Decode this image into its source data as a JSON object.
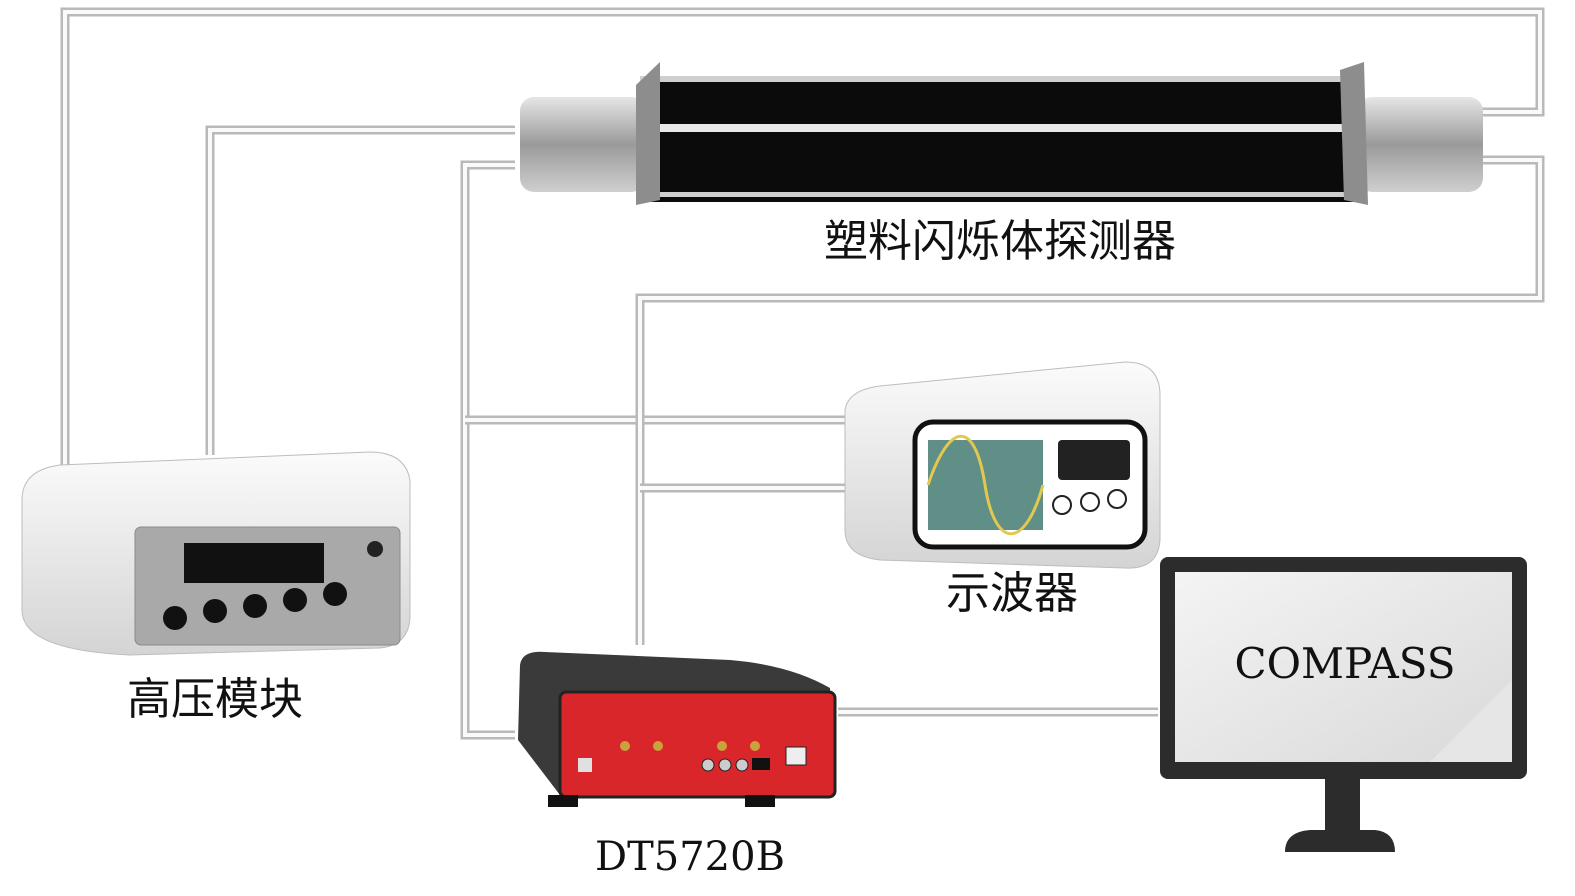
{
  "labels": {
    "detector": "塑料闪烁体探测器",
    "oscilloscope": "示波器",
    "hv_module": "高压模块",
    "digitizer": "DT5720B",
    "software": "COMPASS"
  },
  "colors": {
    "wire": "#b9b9b9",
    "digitizer_panel": "#d8262b",
    "scope_screen": "#5f8f86",
    "scope_trace": "#e3c850"
  }
}
